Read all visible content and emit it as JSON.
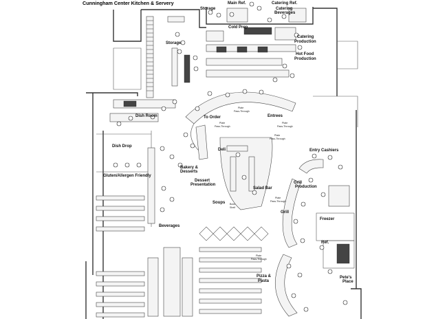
{
  "title": "Cunningham Center Kitchen & Servery",
  "labels": {
    "storage_top": "Storage",
    "main_ref": "Main Ref.",
    "catering_ref": "Catering Ref.",
    "catering_beverages": "Catering Beverages",
    "cold_prep": "Cold Prep",
    "storage_left": "Storage",
    "catering_production": "Catering Production",
    "hot_food_production": "Hot Food Production",
    "dish_room": "Dish Room",
    "entrees": "Entrees",
    "to_order": "To Order",
    "dish_drop": "Dish Drop",
    "gluten_allergen": "Gluten/Allergen Friendly",
    "deli": "Deli",
    "entry_cashiers": "Entry Cashiers",
    "bakery_desserts": "Bakery & Desserts",
    "dessert_presentation": "Dessert Presentation",
    "salad_bar": "Salad Bar",
    "grill_production": "Grill Production",
    "soups": "Soups",
    "grill": "Grill",
    "freezer": "Freezer",
    "beverages": "Beverages",
    "ref": "Ref.",
    "pizza_pasta": "Pizza & Pasta",
    "petes_place": "Pete's Place",
    "plate_pass_through_1": "Plate Pass-Through",
    "plate_pass_through_2": "Plate Pass-Through",
    "plate_pass_through_3": "Plate Pass-Through",
    "plate_pass_through_4": "Plate Pass-Through",
    "plate_pass_through_5": "Plate Pass-Through",
    "bowl_shelf": "Bowl Shelf"
  }
}
